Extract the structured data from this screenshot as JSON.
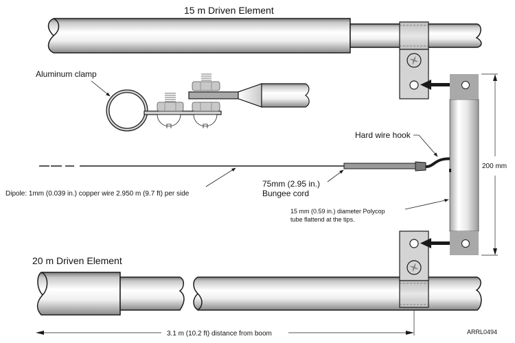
{
  "labels": {
    "title_15m": "15 m Driven Element",
    "title_20m": "20 m Driven Element",
    "aluminum_clamp": "Aluminum clamp",
    "dipole": "Dipole: 1mm (0.039 in.) copper wire 2.950 m (9.7 ft) per side",
    "hard_wire_hook": "Hard wire hook",
    "bungee_line1": "75mm (2.95 in.)",
    "bungee_line2": "Bungee cord",
    "polycop_line1": "15 mm (0.59 in.) diameter Polycop",
    "polycop_line2": "tube flattend at the tips.",
    "dimension_200": "200 mm",
    "distance_boom": "3.1 m (10.2 ft) distance from boom",
    "figure_id": "ARRL0494"
  },
  "icons": {
    "screw": "phillips-screw-icon",
    "arrow": "arrow-left-icon"
  },
  "colors": {
    "outline": "#1a1a1a",
    "tube_light": "#ffffff",
    "tube_dark": "#8c8c8c",
    "bracket": "#d4d4d4",
    "tab": "#a9a9a9",
    "bungee": "#9a9a9a"
  }
}
